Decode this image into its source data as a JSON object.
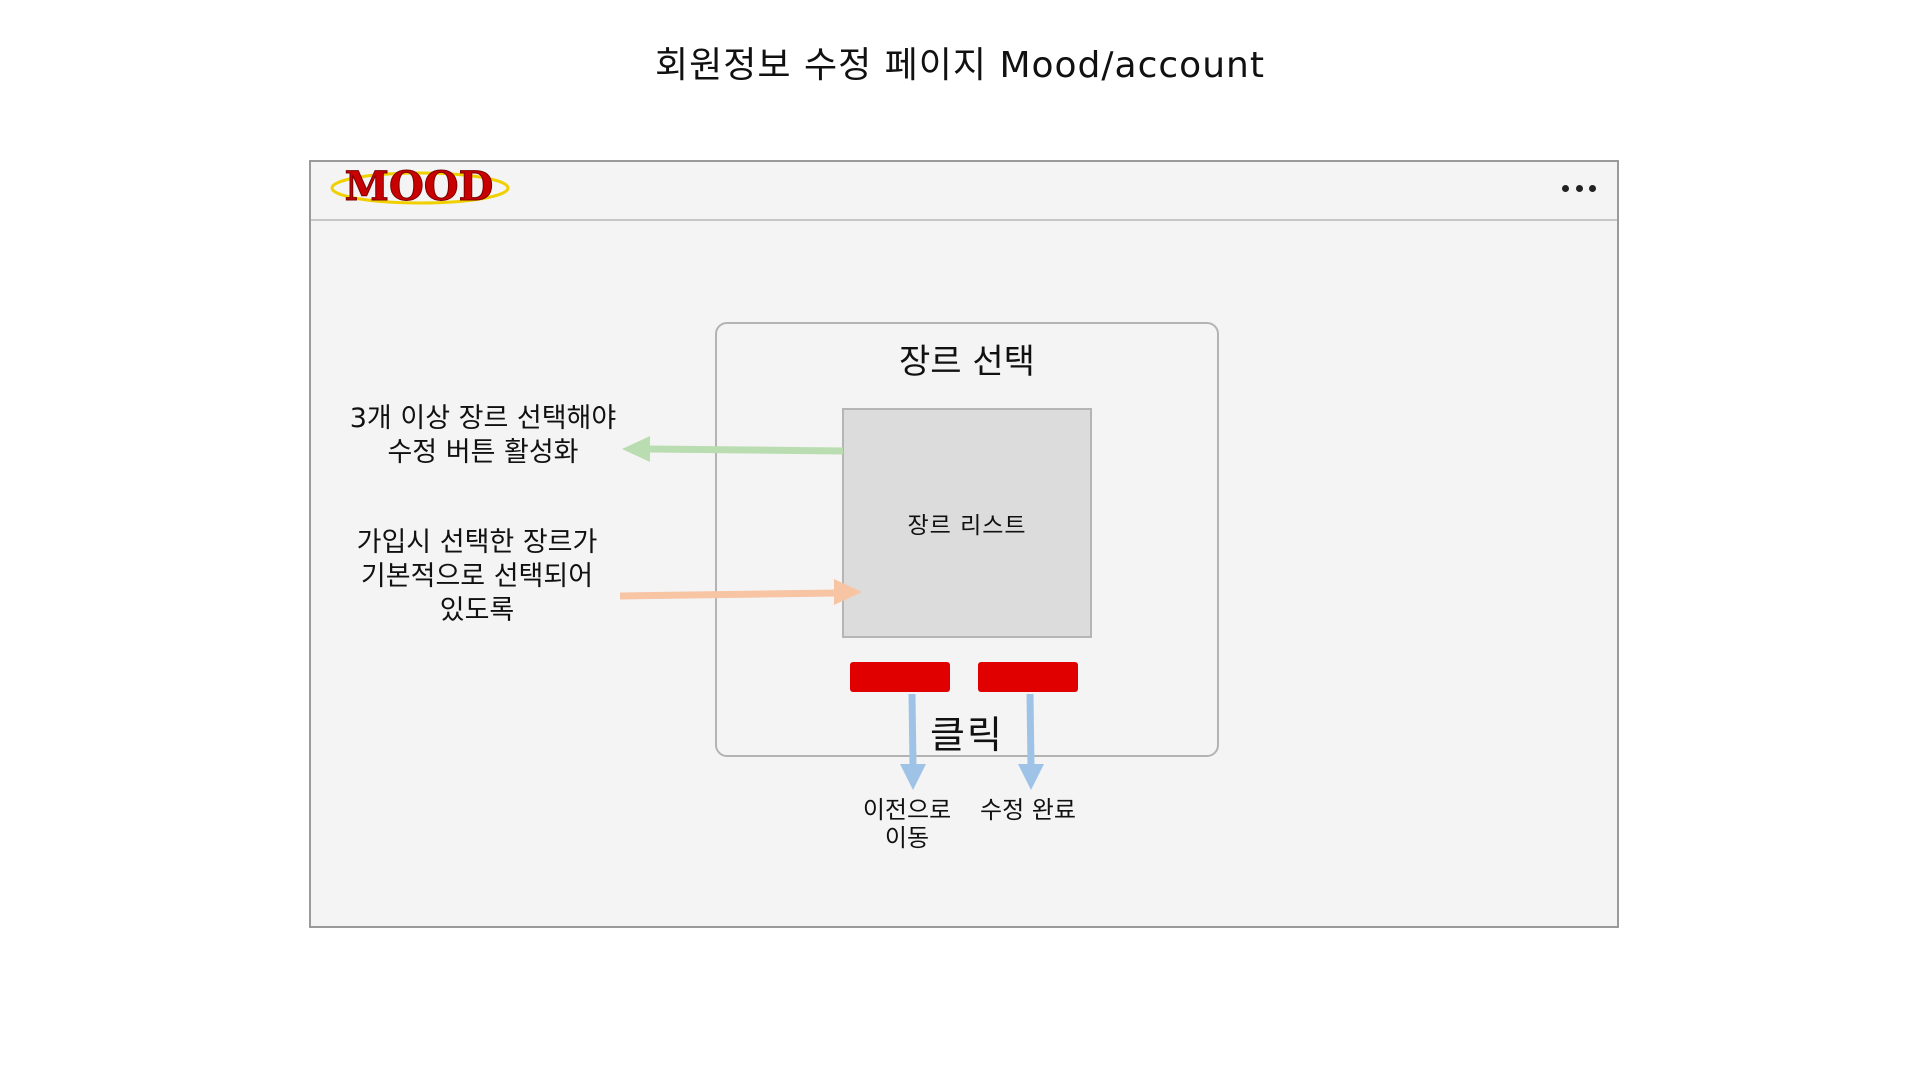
{
  "page_title": "회원정보 수정 페이지 Mood/account",
  "header": {
    "logo_text": "MOOD",
    "logo_color": "#c80000",
    "logo_ring_color": "#f0d000",
    "menu_icon": "more-horizontal-icon"
  },
  "panel": {
    "title": "장르 선택",
    "genre_list_label": "장르 리스트",
    "click_label": "클릭",
    "button_color": "#e00000"
  },
  "annotations": {
    "min_genre_note": "3개 이상 장르 선택해야\n수정 버튼 활성화",
    "min_genre_arrow_color": "#b9ddb0",
    "default_selection_note": "가입시 선택한 장르가\n기본적으로 선택되어\n있도록",
    "default_selection_arrow_color": "#f7c4a4",
    "prev_destination": "이전으로\n이동",
    "done_destination": "수정 완료",
    "click_arrow_color": "#9fc3e6"
  }
}
